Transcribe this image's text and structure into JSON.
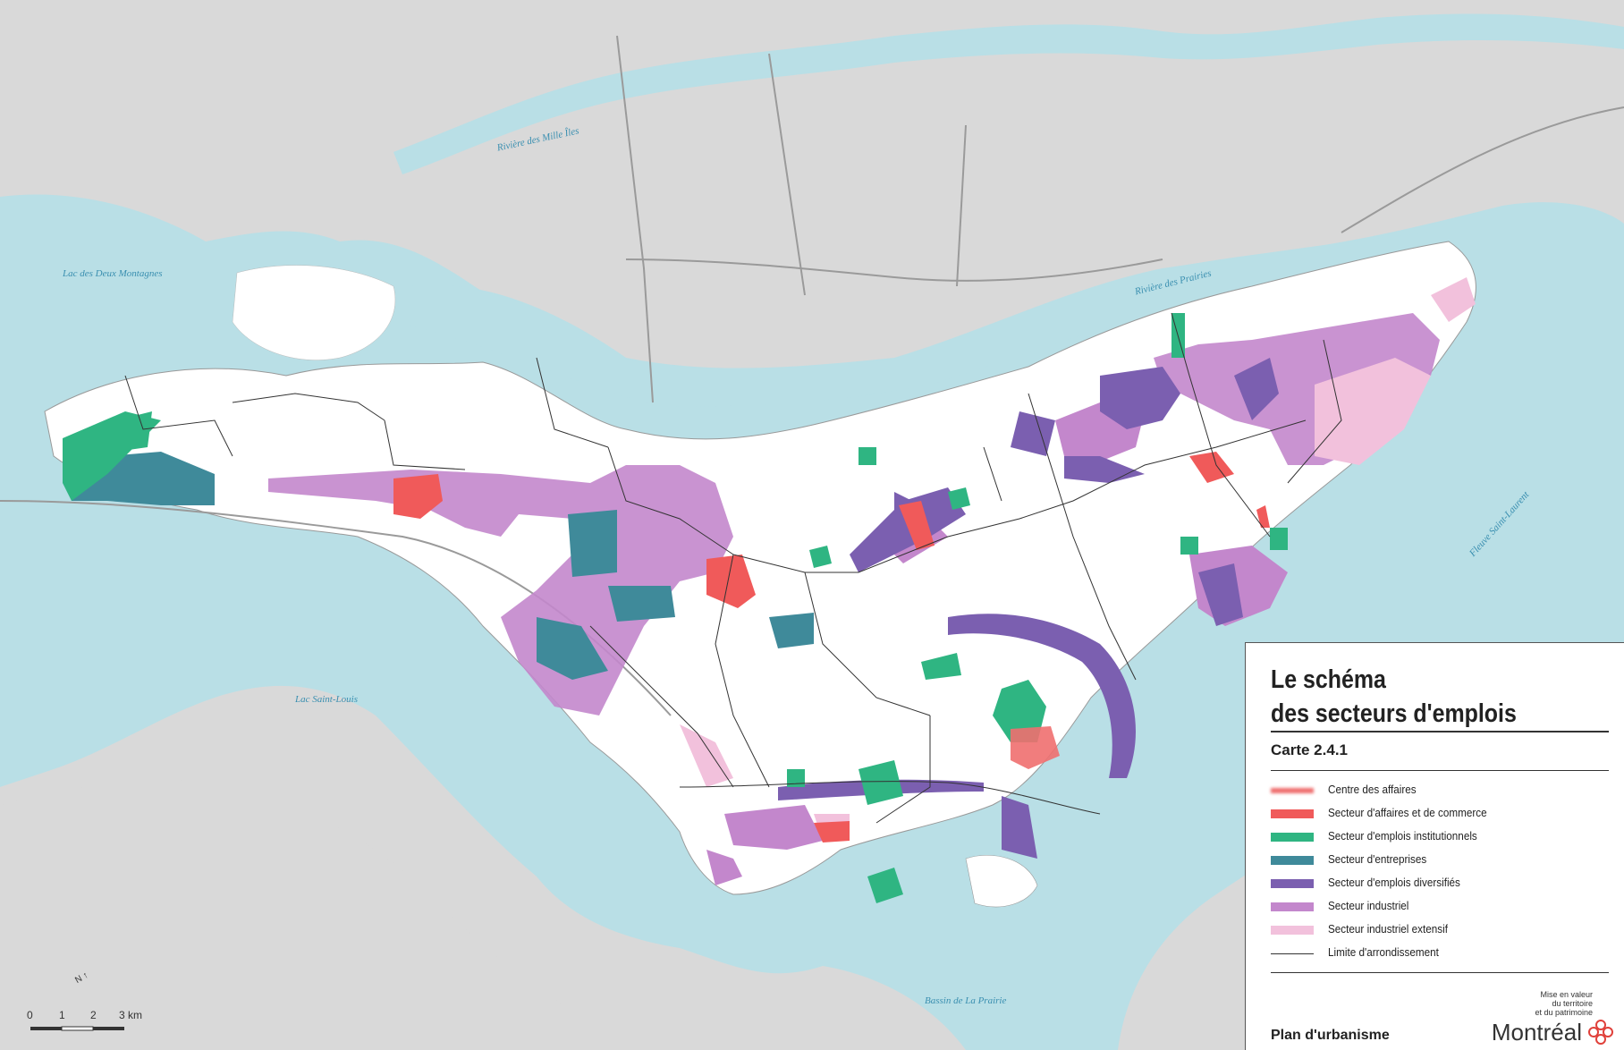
{
  "legend": {
    "title_line1": "Le schéma",
    "title_line2": "des secteurs d'emplois",
    "map_number": "Carte 2.4.1",
    "items": [
      {
        "label": "Centre des affaires",
        "color": "#ef6f6f",
        "style": "fuzzy"
      },
      {
        "label": "Secteur d'affaires et de commerce",
        "color": "#f05a5a",
        "style": "solid"
      },
      {
        "label": "Secteur d'emplois institutionnels",
        "color": "#2fb582",
        "style": "solid"
      },
      {
        "label": "Secteur d'entreprises",
        "color": "#3f8a9a",
        "style": "solid"
      },
      {
        "label": "Secteur d'emplois diversifiés",
        "color": "#7b5fb0",
        "style": "solid"
      },
      {
        "label": "Secteur industriel",
        "color": "#c387cc",
        "style": "solid"
      },
      {
        "label": "Secteur industriel extensif",
        "color": "#f2c1dc",
        "style": "solid"
      },
      {
        "label": "Limite d'arrondissement",
        "color": "#333333",
        "style": "line"
      }
    ],
    "plan_label": "Plan d'urbanisme",
    "brand_tagline_1": "Mise en valeur",
    "brand_tagline_2": "du territoire",
    "brand_tagline_3": "et du patrimoine",
    "brand_name": "Montréal"
  },
  "water_labels": {
    "mille_iles": "Rivière des Mille Îles",
    "deux_montagnes": "Lac des Deux Montagnes",
    "prairies": "Rivière des Prairies",
    "saint_laurent": "Fleuve Saint-Laurent",
    "saint_louis": "Lac Saint-Louis",
    "la_prairie": "Bassin de La Prairie"
  },
  "scale": {
    "ticks": [
      "0",
      "1",
      "2",
      "3 km"
    ],
    "north": "N"
  },
  "colors": {
    "water": "#b9dfe6",
    "land": "#d9d9d9",
    "island": "#ffffff"
  }
}
